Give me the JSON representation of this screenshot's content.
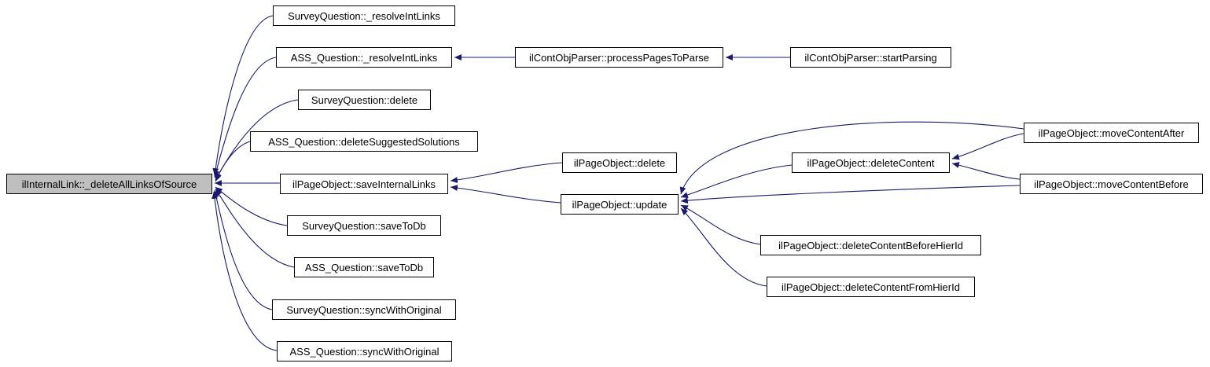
{
  "diagram": {
    "type": "call-graph",
    "colors": {
      "arrow": "#191970",
      "root_fill": "#BFBFBF",
      "node_fill": "#ffffff",
      "node_border": "#000000"
    },
    "nodes": [
      {
        "id": "root",
        "label": "ilInternalLink::_deleteAllLinksOfSource",
        "highlighted": true
      },
      {
        "id": "n1",
        "label": "SurveyQuestion::_resolveIntLinks"
      },
      {
        "id": "n2",
        "label": "ASS_Question::_resolveIntLinks"
      },
      {
        "id": "n3",
        "label": "SurveyQuestion::delete"
      },
      {
        "id": "n4",
        "label": "ASS_Question::deleteSuggestedSolutions"
      },
      {
        "id": "n5",
        "label": "ilPageObject::saveInternalLinks"
      },
      {
        "id": "n6",
        "label": "SurveyQuestion::saveToDb"
      },
      {
        "id": "n7",
        "label": "ASS_Question::saveToDb"
      },
      {
        "id": "n8",
        "label": "SurveyQuestion::syncWithOriginal"
      },
      {
        "id": "n9",
        "label": "ASS_Question::syncWithOriginal"
      },
      {
        "id": "n10",
        "label": "ilContObjParser::processPagesToParse"
      },
      {
        "id": "n11",
        "label": "ilContObjParser::startParsing"
      },
      {
        "id": "n12",
        "label": "ilPageObject::delete"
      },
      {
        "id": "n13",
        "label": "ilPageObject::update"
      },
      {
        "id": "n14",
        "label": "ilPageObject::deleteContent"
      },
      {
        "id": "n15",
        "label": "ilPageObject::deleteContentBeforeHierId"
      },
      {
        "id": "n16",
        "label": "ilPageObject::deleteContentFromHierId"
      },
      {
        "id": "n17",
        "label": "ilPageObject::moveContentAfter"
      },
      {
        "id": "n18",
        "label": "ilPageObject::moveContentBefore"
      }
    ],
    "edges": [
      {
        "from": "SurveyQuestion::_resolveIntLinks",
        "to": "ilInternalLink::_deleteAllLinksOfSource"
      },
      {
        "from": "ASS_Question::_resolveIntLinks",
        "to": "ilInternalLink::_deleteAllLinksOfSource"
      },
      {
        "from": "SurveyQuestion::delete",
        "to": "ilInternalLink::_deleteAllLinksOfSource"
      },
      {
        "from": "ASS_Question::deleteSuggestedSolutions",
        "to": "ilInternalLink::_deleteAllLinksOfSource"
      },
      {
        "from": "ilPageObject::saveInternalLinks",
        "to": "ilInternalLink::_deleteAllLinksOfSource"
      },
      {
        "from": "SurveyQuestion::saveToDb",
        "to": "ilInternalLink::_deleteAllLinksOfSource"
      },
      {
        "from": "ASS_Question::saveToDb",
        "to": "ilInternalLink::_deleteAllLinksOfSource"
      },
      {
        "from": "SurveyQuestion::syncWithOriginal",
        "to": "ilInternalLink::_deleteAllLinksOfSource"
      },
      {
        "from": "ASS_Question::syncWithOriginal",
        "to": "ilInternalLink::_deleteAllLinksOfSource"
      },
      {
        "from": "ilContObjParser::processPagesToParse",
        "to": "ASS_Question::_resolveIntLinks"
      },
      {
        "from": "ilContObjParser::startParsing",
        "to": "ilContObjParser::processPagesToParse"
      },
      {
        "from": "ilPageObject::delete",
        "to": "ilPageObject::saveInternalLinks"
      },
      {
        "from": "ilPageObject::update",
        "to": "ilPageObject::saveInternalLinks"
      },
      {
        "from": "ilPageObject::deleteContent",
        "to": "ilPageObject::update"
      },
      {
        "from": "ilPageObject::deleteContentBeforeHierId",
        "to": "ilPageObject::update"
      },
      {
        "from": "ilPageObject::deleteContentFromHierId",
        "to": "ilPageObject::update"
      },
      {
        "from": "ilPageObject::moveContentAfter",
        "to": "ilPageObject::deleteContent"
      },
      {
        "from": "ilPageObject::moveContentAfter",
        "to": "ilPageObject::update"
      },
      {
        "from": "ilPageObject::moveContentBefore",
        "to": "ilPageObject::deleteContent"
      },
      {
        "from": "ilPageObject::moveContentBefore",
        "to": "ilPageObject::update"
      }
    ]
  }
}
